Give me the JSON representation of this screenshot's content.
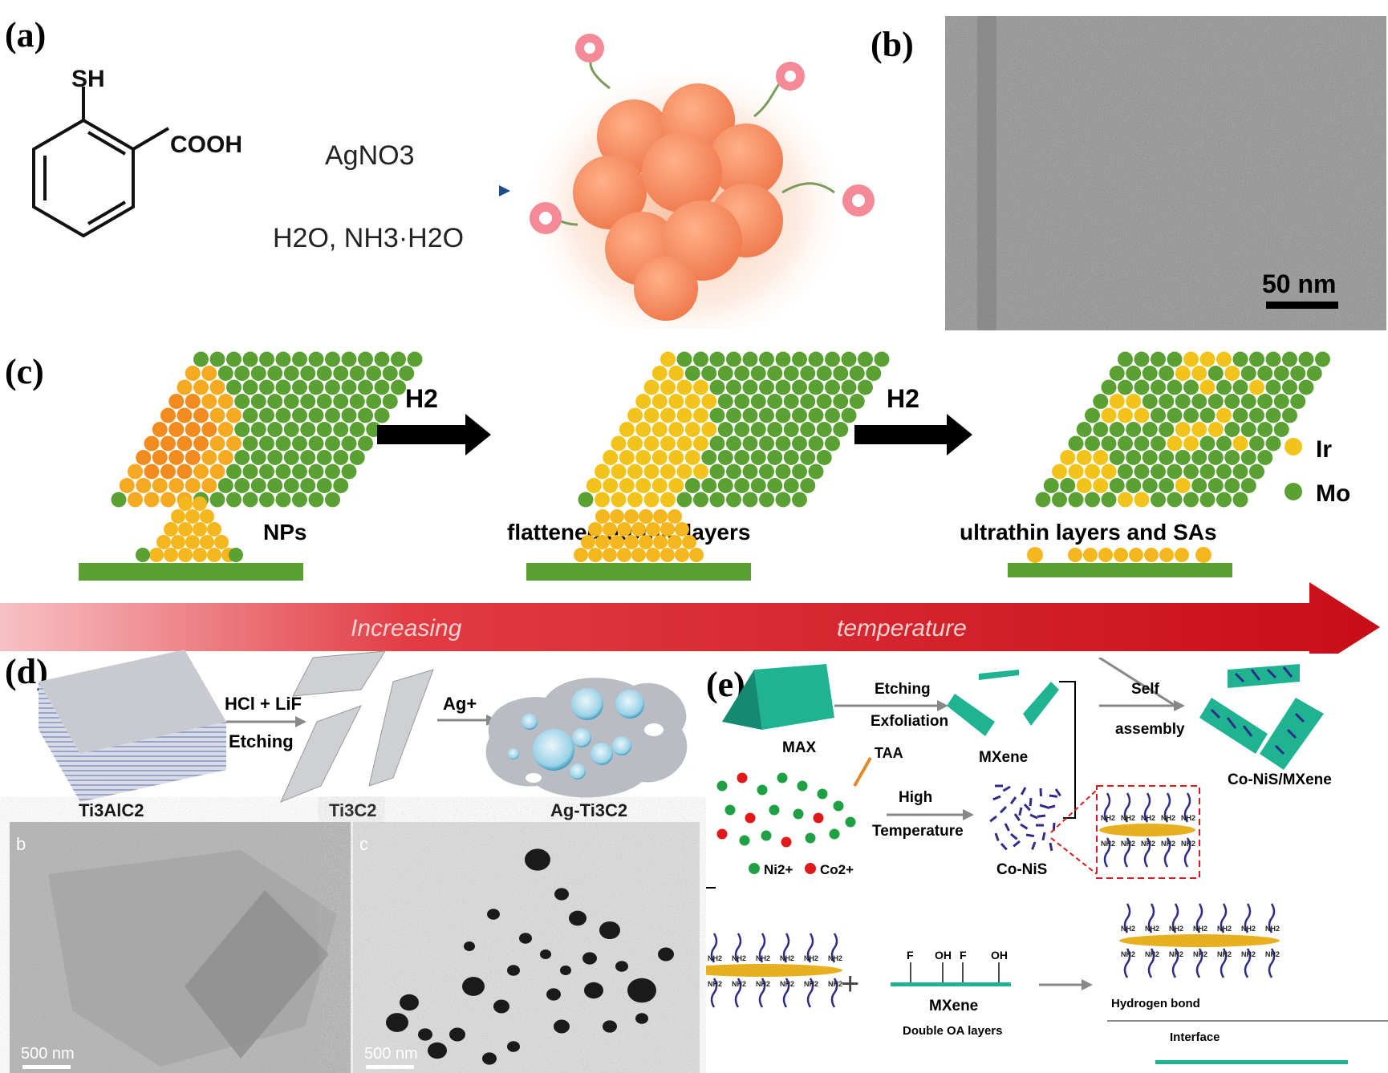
{
  "panels": {
    "a": {
      "label": "(a)",
      "reactant_sh": "SH",
      "reactant_cooh": "COOH",
      "reagent": "AgNO3",
      "conditions": "H2O,  NH3·H2O"
    },
    "b": {
      "label": "(b)",
      "scalebar": "50 nm"
    },
    "c": {
      "label": "(c)",
      "arrow1": "H2",
      "arrow2": "H2",
      "legend_ir": "Ir",
      "legend_mo": "Mo",
      "stage1": "NPs",
      "stage2": "flattened atomic layers",
      "stage3": "ultrathin layers and SAs",
      "gradient_left": "Increasing",
      "gradient_right": "temperature"
    },
    "d": {
      "label": "(d)",
      "step_top": "HCl + LiF",
      "step_bottom": "Etching",
      "ag": "Ag+",
      "species1": "Ti3AlC2",
      "species2": "Ti3C2",
      "species3": "Ag-Ti3C2",
      "tem_b_label": "b",
      "tem_c_label": "c",
      "scale_b": "500 nm",
      "scale_c": "500 nm"
    },
    "e": {
      "label": "(e)",
      "max": "MAX",
      "etching": "Etching",
      "exfoliation": "Exfoliation",
      "mxene_top": "MXene",
      "self": "Self",
      "assembly": "assembly",
      "product": "Co-NiS/MXene",
      "taa": "TAA",
      "high": "High",
      "temperature": "Temperature",
      "ni": "Ni2+",
      "co": "Co2+",
      "coni": "Co-NiS",
      "nh2": "NH2",
      "f": "F",
      "oh": "OH",
      "mxene_bottom": "MXene",
      "double_oa": "Double OA layers",
      "hbond": "Hydrogen bond",
      "interface": "Interface"
    }
  },
  "colors": {
    "mo": "#5aa033",
    "ir": "#f2c31a",
    "orange": "#f5a623",
    "arrow_red": "#d8121b",
    "mxene": "#1fb392",
    "ligand": "#2e2c86",
    "rod": "#e8b020"
  }
}
